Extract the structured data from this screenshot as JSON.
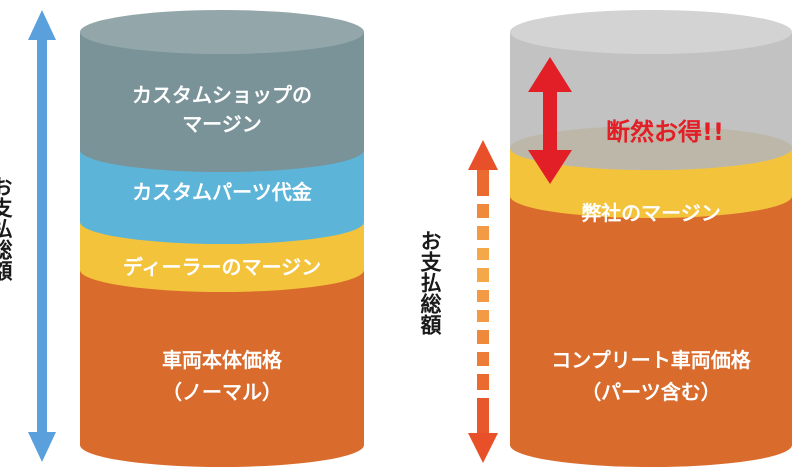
{
  "left_cylinder": {
    "layers": [
      {
        "line1": "カスタムショップの",
        "line2": "マージン",
        "color": "#7a9398",
        "top_color": "#93a7ab"
      },
      {
        "line1": "カスタムパーツ代金",
        "color": "#5cb5d8"
      },
      {
        "line1": "ディーラーのマージン",
        "color": "#f3c33c"
      },
      {
        "line1": "車両本体価格",
        "line2": "（ノーマル）",
        "color": "#d96b2c"
      }
    ],
    "total_label": "お支払総額",
    "arrow_color": "#5aa0dd"
  },
  "right_cylinder": {
    "layers": [
      {
        "line1": "",
        "color": "#c2c2c2",
        "top_color": "#d3d3d3"
      },
      {
        "line1": "弊社のマージン",
        "color": "#f3c33c"
      },
      {
        "line1": "コンプリート車両価格",
        "line2": "（パーツ含む）",
        "color": "#d96b2c"
      }
    ],
    "total_label": "お支払総額",
    "savings_label": "断然お得!!",
    "savings_color": "#e21f26"
  }
}
